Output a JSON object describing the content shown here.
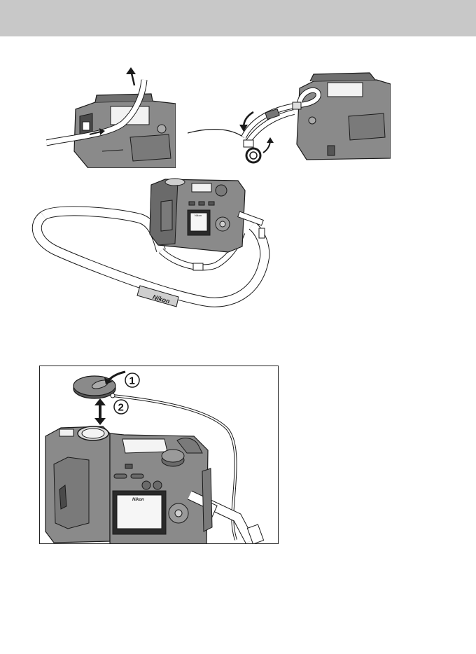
{
  "illustrations": {
    "panel_d": {
      "step_1": "1",
      "step_2": "2",
      "brand_logo": "Nikon"
    },
    "panel_c": {
      "brand_logo": "Nikon"
    }
  },
  "colors": {
    "header_band": "#c8c8c8",
    "camera_body": "#8a8a8a",
    "camera_dark": "#5a5a5a",
    "outline": "#1a1a1a"
  }
}
